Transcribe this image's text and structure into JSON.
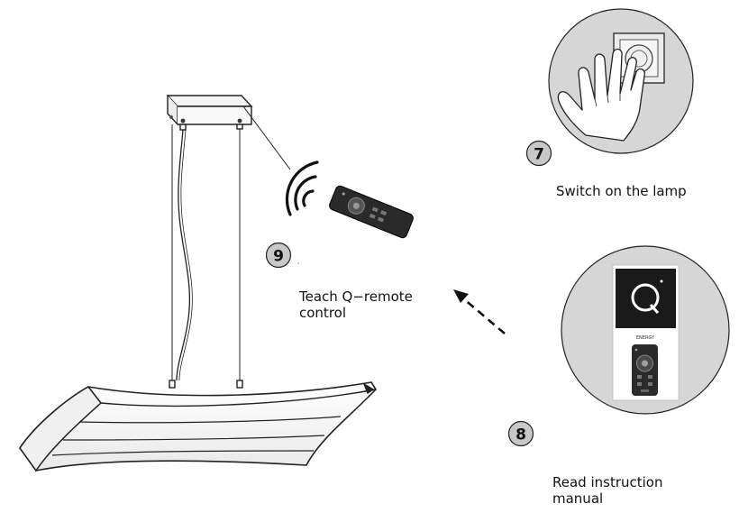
{
  "steps": [
    {
      "number": "7",
      "caption_lines": [
        "Switch on the lamp"
      ]
    },
    {
      "number": "8",
      "caption_lines": [
        "Read  instruction",
        "manual"
      ]
    },
    {
      "number": "9",
      "caption_lines": [
        "Teach  Q−remote",
        "control"
      ]
    }
  ],
  "manual": {
    "logo_letter": "Q",
    "small_label": "ENERGY"
  },
  "colors": {
    "circle_fill": "#d6d6d6",
    "badge_fill": "#c8c8c8",
    "line": "#222222",
    "logo_bg": "#1a1a1a"
  },
  "icons": [
    "hand-icon",
    "wall-switch-icon",
    "remote-control-icon",
    "wireless-signal-icon",
    "dashed-arrow-icon",
    "pendant-lamp"
  ]
}
